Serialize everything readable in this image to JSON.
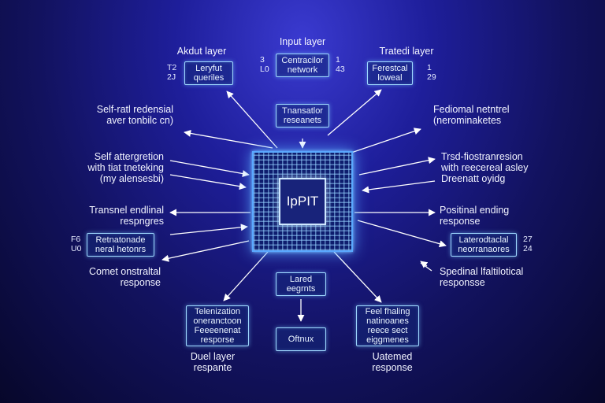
{
  "labels": {
    "left_top": "Akdut layer",
    "center_top": "Input layer",
    "right_top": "Tratedi layer",
    "left_1": [
      "Self-ratl redensial",
      "aver tonbilc cn)"
    ],
    "right_1": [
      "Fediomal netntrel",
      "(nerominaketes"
    ],
    "left_2": [
      "Self attergretion",
      "with tiat tneteking",
      "(my alensesbi)"
    ],
    "right_2": [
      "Trsd-fiostranresion",
      "with reecereal asley",
      "Dreenatt oyidg"
    ],
    "left_3": [
      "Transnel endlinal",
      "respngres"
    ],
    "right_3": [
      "Positinal ending",
      "response"
    ],
    "left_4": [
      "Comet onstraltal",
      "response"
    ],
    "right_4": [
      "Spedinal lfaltilotical",
      "responsse"
    ],
    "bottom_left": [
      "Duel layer",
      "respante"
    ],
    "bottom_right": [
      "Uatemed",
      "response"
    ]
  },
  "boxes": {
    "top_left": [
      "Leryfut",
      "queriles"
    ],
    "top_center": [
      "Centracilor",
      "network"
    ],
    "top_right": [
      "Ferestcal",
      "loweal"
    ],
    "upper_center": [
      "Tnansatlor",
      "reseanets"
    ],
    "mid_left": [
      "Retnatonade",
      "neral hetonrs"
    ],
    "mid_right": [
      "Laterodtaclal",
      "neorranaores"
    ],
    "lower_center": [
      "Lared",
      "eegrnts"
    ],
    "bottom_left": [
      "Telenization",
      "oneranctoon",
      "Feeeenenat",
      "resporse"
    ],
    "bottom_right": [
      "Feel fhaling",
      "natinoanes",
      "reece sect",
      "eiggmenes"
    ],
    "bottom_center": [
      "Oftnux"
    ]
  },
  "numbers": {
    "top_left": [
      "T2",
      "2J"
    ],
    "top_center_left": [
      "3",
      "L0"
    ],
    "top_center_right": [
      "1",
      "43"
    ],
    "top_right": [
      "1",
      "29"
    ],
    "mid_left": [
      "F6",
      "U0"
    ],
    "mid_right": [
      "27",
      "24"
    ]
  },
  "chip": {
    "label": "IpPIT"
  },
  "colors": {
    "background": "#1e1e9a",
    "box_border": "#9fd8ff",
    "chip_glow": "#5aa8ff",
    "arrow": "#ffffff"
  }
}
